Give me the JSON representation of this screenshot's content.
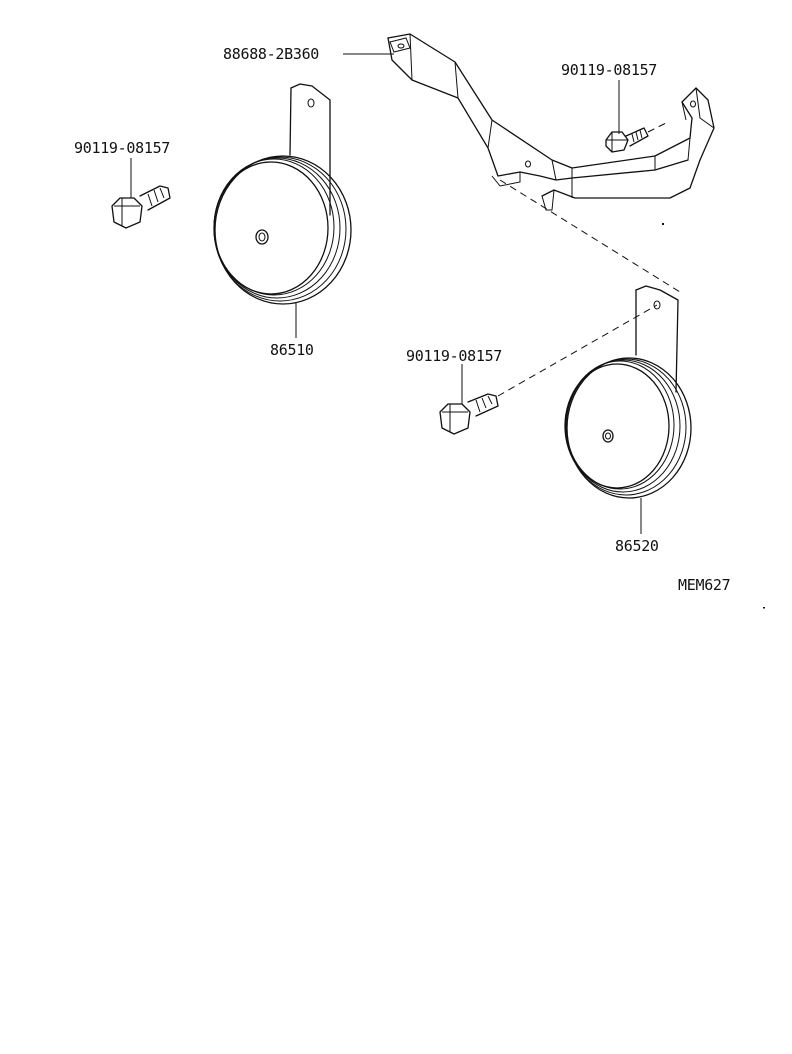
{
  "parts": {
    "bracket": {
      "part_number": "88688-2B360"
    },
    "bolt_top_right": {
      "part_number": "90119-08157"
    },
    "bolt_left": {
      "part_number": "90119-08157"
    },
    "bolt_middle": {
      "part_number": "90119-08157"
    },
    "horn_low": {
      "part_number": "86510"
    },
    "horn_high": {
      "part_number": "86520"
    }
  },
  "diagram_code": "MEM627"
}
